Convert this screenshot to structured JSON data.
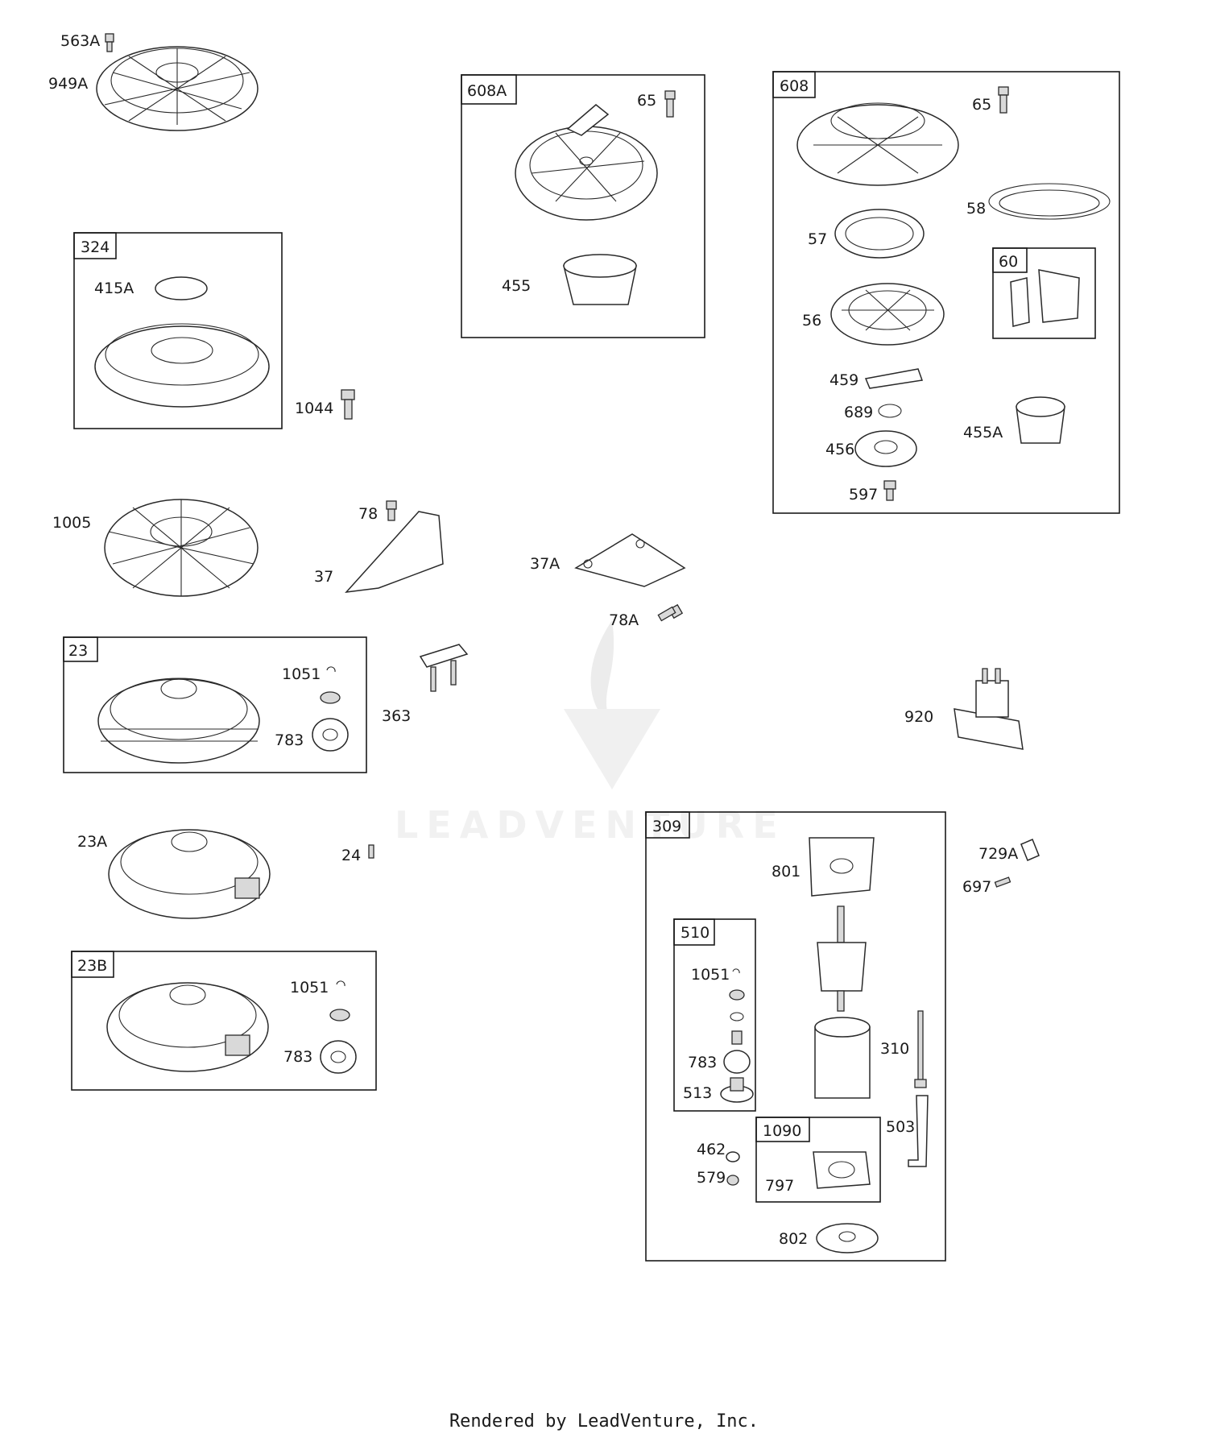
{
  "labels": {
    "l563A": "563A",
    "l949A": "949A",
    "l608A": "608A",
    "l65a": "65",
    "l455": "455",
    "l608": "608",
    "l65b": "65",
    "l58": "58",
    "l57": "57",
    "l60": "60",
    "l56": "56",
    "l459": "459",
    "l689": "689",
    "l455A": "455A",
    "l456": "456",
    "l597": "597",
    "l324": "324",
    "l415A": "415A",
    "l1044": "1044",
    "l1005": "1005",
    "l78": "78",
    "l37": "37",
    "l37A": "37A",
    "l78A": "78A",
    "l23": "23",
    "l1051a": "1051",
    "l783a": "783",
    "l363": "363",
    "l920": "920",
    "l23A": "23A",
    "l24": "24",
    "l23B": "23B",
    "l1051b": "1051",
    "l783b": "783",
    "l309": "309",
    "l801": "801",
    "l729A": "729A",
    "l697": "697",
    "l510": "510",
    "l1051c": "1051",
    "l783c": "783",
    "l513": "513",
    "l310": "310",
    "l503": "503",
    "l1090": "1090",
    "l462": "462",
    "l579": "579",
    "l797": "797",
    "l802": "802"
  },
  "watermark": {
    "text": "LEADVENTURE"
  },
  "footer": {
    "text": "Rendered by LeadVenture, Inc."
  }
}
